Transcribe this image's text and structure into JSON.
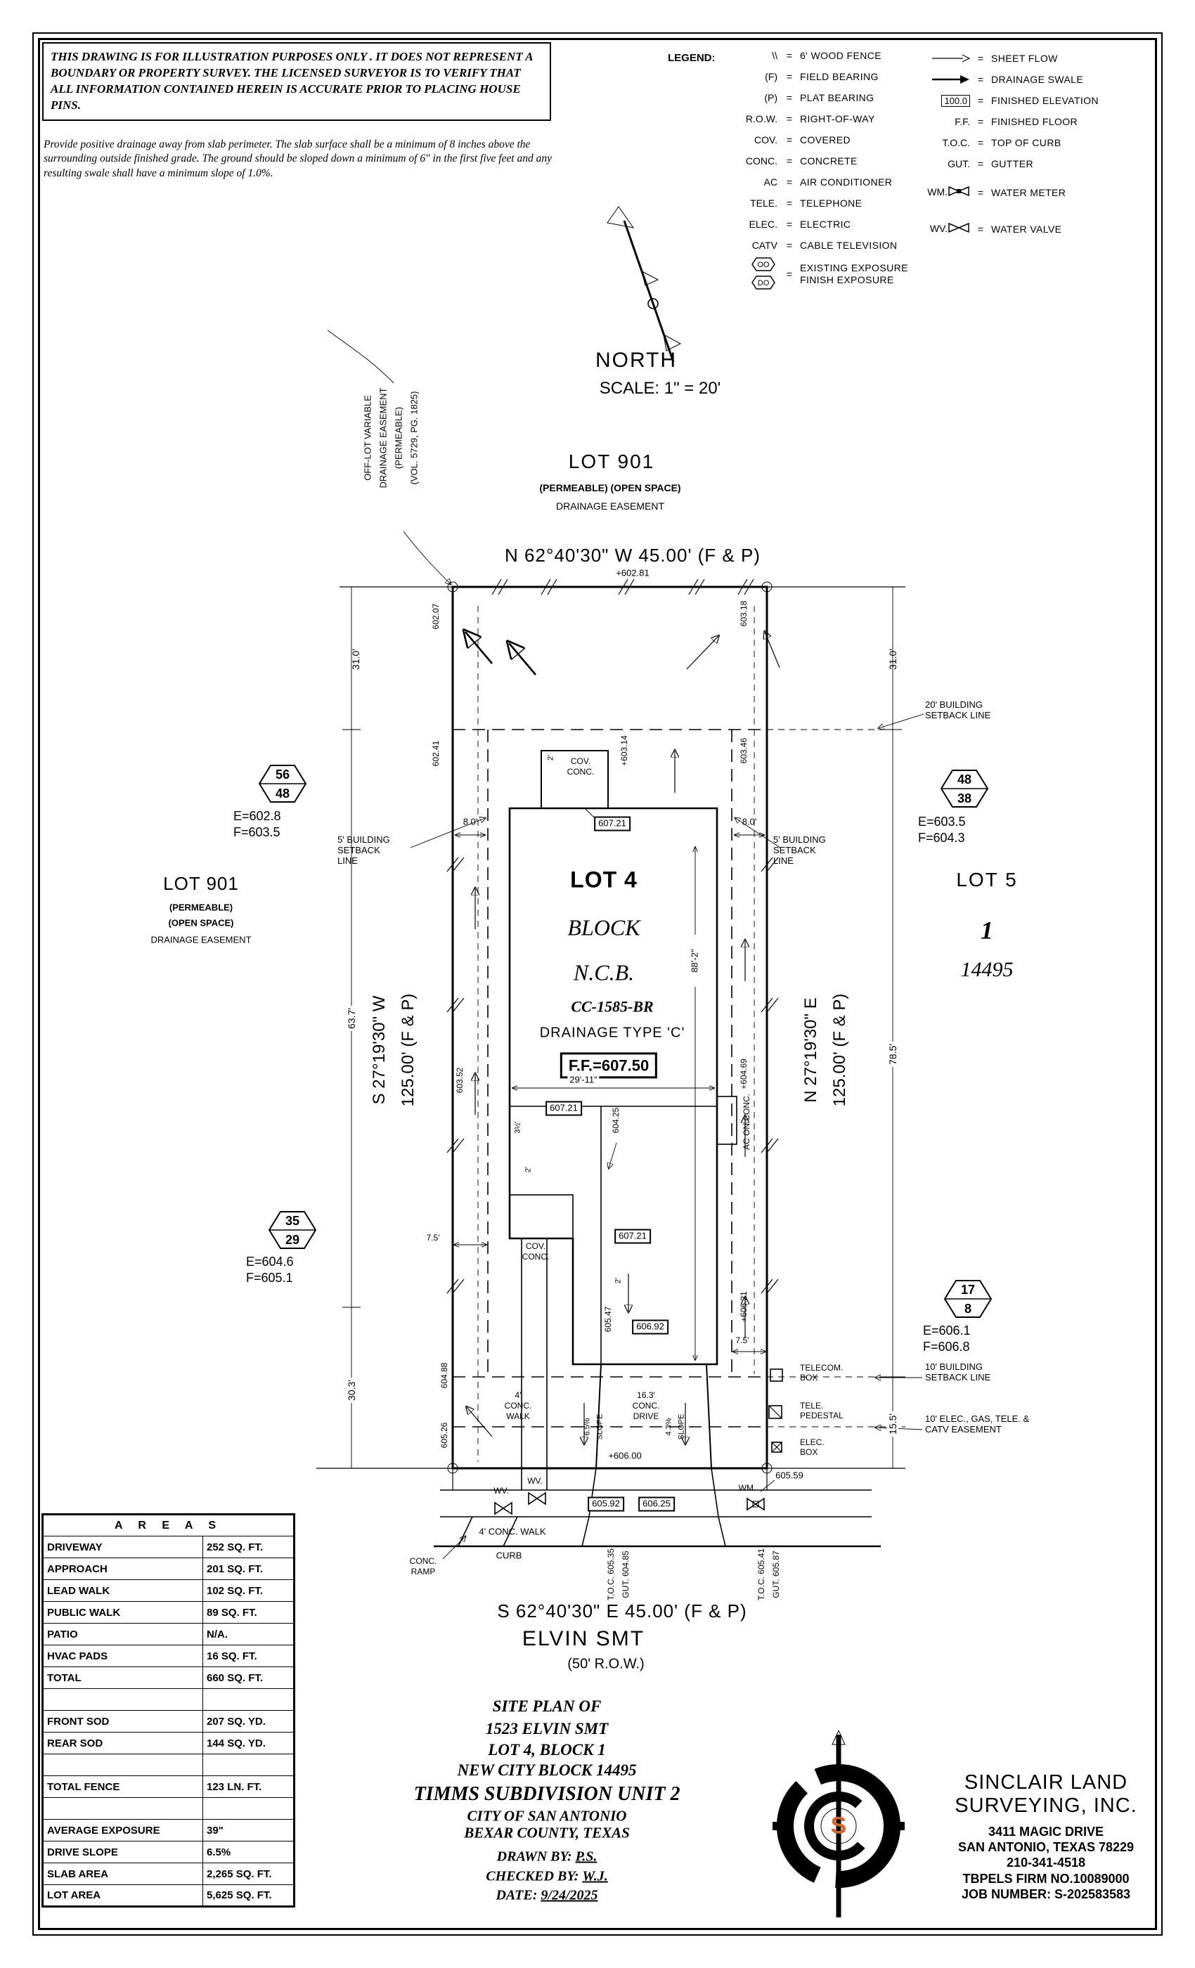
{
  "colors": {
    "accent_orange": "#D4652F",
    "ink": "#000000"
  },
  "disclaimer": {
    "warning": "THIS DRAWING IS FOR ILLUSTRATION PURPOSES ONLY . IT DOES NOT REPRESENT A BOUNDARY OR PROPERTY SURVEY. THE LICENSED SURVEYOR IS TO VERIFY THAT ALL INFORMATION CONTAINED HEREIN IS ACCURATE PRIOR TO PLACING HOUSE PINS.",
    "note": "Provide positive drainage away from slab perimeter. The slab surface shall be a minimum of 8 inches above the surrounding outside finished grade. The ground should be sloped down a minimum of 6\" in the first five feet and any resulting swale shall have a minimum slope of 1.0%."
  },
  "legend": {
    "title": "LEGEND:",
    "eq": "=",
    "left": [
      {
        "sym": "\\\\",
        "text": "6' WOOD FENCE"
      },
      {
        "sym": "(F)",
        "text": "FIELD BEARING"
      },
      {
        "sym": "(P)",
        "text": "PLAT BEARING"
      },
      {
        "sym": "R.O.W.",
        "text": "RIGHT-OF-WAY"
      },
      {
        "sym": "COV.",
        "text": "COVERED"
      },
      {
        "sym": "CONC.",
        "text": "CONCRETE"
      },
      {
        "sym": "AC",
        "text": "AIR CONDITIONER"
      },
      {
        "sym": "TELE.",
        "text": "TELEPHONE"
      },
      {
        "sym": "ELEC.",
        "text": "ELECTRIC"
      },
      {
        "sym": "CATV",
        "text": "CABLE TELEVISION"
      },
      {
        "sym": "OO",
        "sym2": "DO",
        "text": "EXISTING EXPOSURE",
        "text2": "FINISH EXPOSURE"
      }
    ],
    "right": [
      {
        "icon": "sheet-flow-arrow",
        "text": "SHEET FLOW"
      },
      {
        "icon": "drainage-swale-arrow",
        "text": "DRAINAGE SWALE"
      },
      {
        "sym": "100.0",
        "text": "FINISHED ELEVATION"
      },
      {
        "sym": "F.F.",
        "text": "FINISHED FLOOR"
      },
      {
        "sym": "T.O.C.",
        "text": "TOP OF CURB"
      },
      {
        "sym": "GUT.",
        "text": "GUTTER"
      },
      {
        "sym": "WM.",
        "icon": "water-meter-symbol",
        "text": "WATER METER"
      },
      {
        "sym": "WV.",
        "icon": "water-valve-symbol",
        "text": "WATER VALVE"
      }
    ]
  },
  "north": {
    "label": "NORTH",
    "scale": "SCALE: 1\" = 20'"
  },
  "offlot": {
    "l1": "OFF-LOT VARIABLE",
    "l2": "DRAINAGE EASEMENT",
    "l3": "(PERMEABLE)",
    "l4": "(VOL. 5729, PG. 1825)"
  },
  "bearings": {
    "top": "N 62°40'30\" W  45.00'  (F & P)",
    "bottom": "S 62°40'30\" E  45.00'  (F & P)",
    "left1": "S 27°19'30\" W",
    "left2": "125.00'  (F & P)",
    "right1": "N 27°19'30\" E",
    "right2": "125.00'  (F & P)"
  },
  "lots": {
    "top901": {
      "name": "LOT 901",
      "s1": "(PERMEABLE) (OPEN SPACE)",
      "s2": "DRAINAGE EASEMENT"
    },
    "left901": {
      "name": "LOT 901",
      "s1": "(PERMEABLE)",
      "s2": "(OPEN SPACE)",
      "s3": "DRAINAGE EASEMENT"
    },
    "lot4": {
      "name": "LOT 4",
      "blk": "BLOCK",
      "ncb": "N.C.B."
    },
    "lot5": {
      "name": "LOT 5",
      "blk": "1",
      "ncb": "14495"
    }
  },
  "house": {
    "cc": "CC-1585-BR",
    "type": "DRAINAGE TYPE 'C'",
    "ff": "F.F.=607.50"
  },
  "markers": {
    "m1": {
      "a": "56",
      "b": "48",
      "e": "E=602.8",
      "f": "F=603.5"
    },
    "m2": {
      "a": "48",
      "b": "38",
      "e": "E=603.5",
      "f": "F=604.3"
    },
    "m3": {
      "a": "35",
      "b": "29",
      "e": "E=604.6",
      "f": "F=605.1"
    },
    "m4": {
      "a": "17",
      "b": "8",
      "e": "E=606.1",
      "f": "F=606.8"
    }
  },
  "setbacks": {
    "s20": "20' BUILDING SETBACK LINE",
    "s5l": "5' BUILDING SETBACK LINE",
    "s5r": "5' BUILDING SETBACK LINE",
    "s10": "10' BUILDING SETBACK LINE",
    "ease": "10' ELEC., GAS, TELE. & CATV EASEMENT"
  },
  "dims": {
    "d31l": "31.0'",
    "d31r": "31.0'",
    "d637": "63.7'",
    "d303": "30.3'",
    "d785": "78.5'",
    "d155": "15.5'",
    "d80l": "8.0'",
    "d80r": "8.0'",
    "d882": "88'-2\"",
    "d2911": "29'-11\"",
    "d75a": "7.5'",
    "d75b": "7.5'",
    "d2a": "2'",
    "d2b": "2'",
    "d2c": "2'",
    "d35a": "3½'"
  },
  "elev": {
    "e1": "+602.81",
    "e2": "602.07",
    "e3": "603.18",
    "e4": "602.41",
    "e5": "+603.14",
    "e6": "603.46",
    "e7": "603.52",
    "e8": "+604.69",
    "e9": "604.88",
    "e10": "605.26",
    "e11": "+606.21",
    "e12": "605.47",
    "e13": "604.25",
    "e14": "+606.00",
    "e15": "605.59"
  },
  "boxes": {
    "b607": "607.21",
    "b606": "606.92",
    "b605": "605.92",
    "b6062": "606.25"
  },
  "site": {
    "wa1": "4'",
    "wa2": "CONC.",
    "wa3": "WALK",
    "wb": "4' CONC. WALK",
    "dr1": "16.3'",
    "dr2": "CONC.",
    "dr3": "DRIVE",
    "s65": "6.5%",
    "s43": "4.3%",
    "slope": "SLOPE",
    "curb": "CURB",
    "ramp1": "CONC.",
    "ramp2": "RAMP",
    "wv": "WV.",
    "wm": "WM.",
    "telecom": "TELECOM. BOX",
    "pedestal": "TELE. PEDESTAL",
    "elecbox": "ELEC. BOX",
    "cov1": "COV.",
    "cov2": "CONC.",
    "ac": "AC ON CONC.",
    "tocl": "T.O.C. 605.35",
    "gutl": "GUT. 604.85",
    "tocr": "T.O.C. 605.41",
    "gutr": "GUT. 605.87"
  },
  "street": {
    "name": "ELVIN SMT",
    "row": "(50' R.O.W.)"
  },
  "areas": {
    "title": "A R E A S",
    "rows": [
      {
        "label": "DRIVEWAY",
        "value": "252 SQ. FT."
      },
      {
        "label": "APPROACH",
        "value": "201 SQ. FT."
      },
      {
        "label": "LEAD WALK",
        "value": "102 SQ. FT."
      },
      {
        "label": "PUBLIC WALK",
        "value": "89 SQ. FT."
      },
      {
        "label": "PATIO",
        "value": "N/A."
      },
      {
        "label": "HVAC PADS",
        "value": "16 SQ. FT."
      },
      {
        "label": "TOTAL",
        "value": "660 SQ. FT."
      },
      {
        "label": "",
        "value": ""
      },
      {
        "label": "FRONT SOD",
        "value": "207 SQ. YD."
      },
      {
        "label": "REAR SOD",
        "value": "144 SQ. YD."
      },
      {
        "label": "",
        "value": ""
      },
      {
        "label": "TOTAL FENCE",
        "value": "123 LN. FT."
      },
      {
        "label": "",
        "value": ""
      },
      {
        "label": "AVERAGE EXPOSURE",
        "value": "39\""
      },
      {
        "label": "DRIVE SLOPE",
        "value": "6.5%"
      },
      {
        "label": "SLAB AREA",
        "value": "2,265 SQ. FT."
      },
      {
        "label": "LOT AREA",
        "value": "5,625 SQ. FT."
      }
    ]
  },
  "titleblock": {
    "l1": "SITE PLAN OF",
    "l2": "1523 ELVIN SMT",
    "l3": "LOT 4, BLOCK 1",
    "l4": "NEW CITY BLOCK 14495",
    "l5": "TIMMS SUBDIVISION UNIT 2",
    "l6": "CITY OF SAN ANTONIO",
    "l7": "BEXAR COUNTY, TEXAS",
    "drawn_label": "DRAWN BY:",
    "drawn": "P.S.",
    "checked_label": "CHECKED BY:",
    "checked": "W.J.",
    "date_label": "DATE:",
    "date": "9/24/2025"
  },
  "company": {
    "logo_letter": "S",
    "name1": "SINCLAIR LAND",
    "name2": "SURVEYING, INC.",
    "addr1": "3411 MAGIC DRIVE",
    "addr2": "SAN ANTONIO, TEXAS 78229",
    "phone": "210-341-4518",
    "firm": "TBPELS FIRM NO.10089000",
    "job": "JOB NUMBER:  S-202583583"
  }
}
